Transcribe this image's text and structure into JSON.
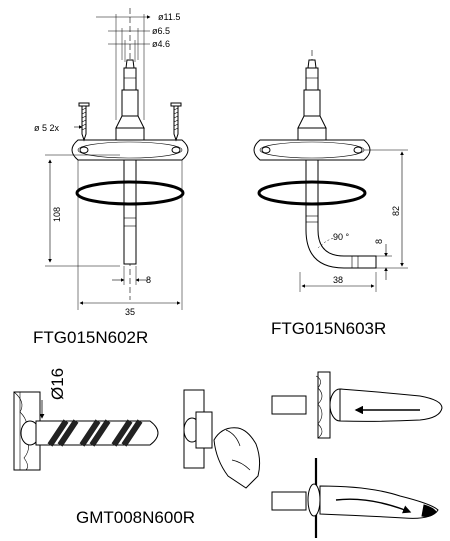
{
  "drawing_a": {
    "dims": {
      "d_outer": "ø11.5",
      "d_mid": "ø6.5",
      "d_inner": "ø4.6",
      "screw": "ø 5  2x",
      "length": "108",
      "tip": "8",
      "width": "35"
    },
    "label": "FTG015N602R"
  },
  "drawing_b": {
    "dims": {
      "height": "82",
      "angle": "90 °",
      "tip": "8",
      "width": "38"
    },
    "label": "FTG015N603R"
  },
  "drawing_c": {
    "dims": {
      "drill": "Ø16"
    },
    "label": "GMT008N600R"
  }
}
